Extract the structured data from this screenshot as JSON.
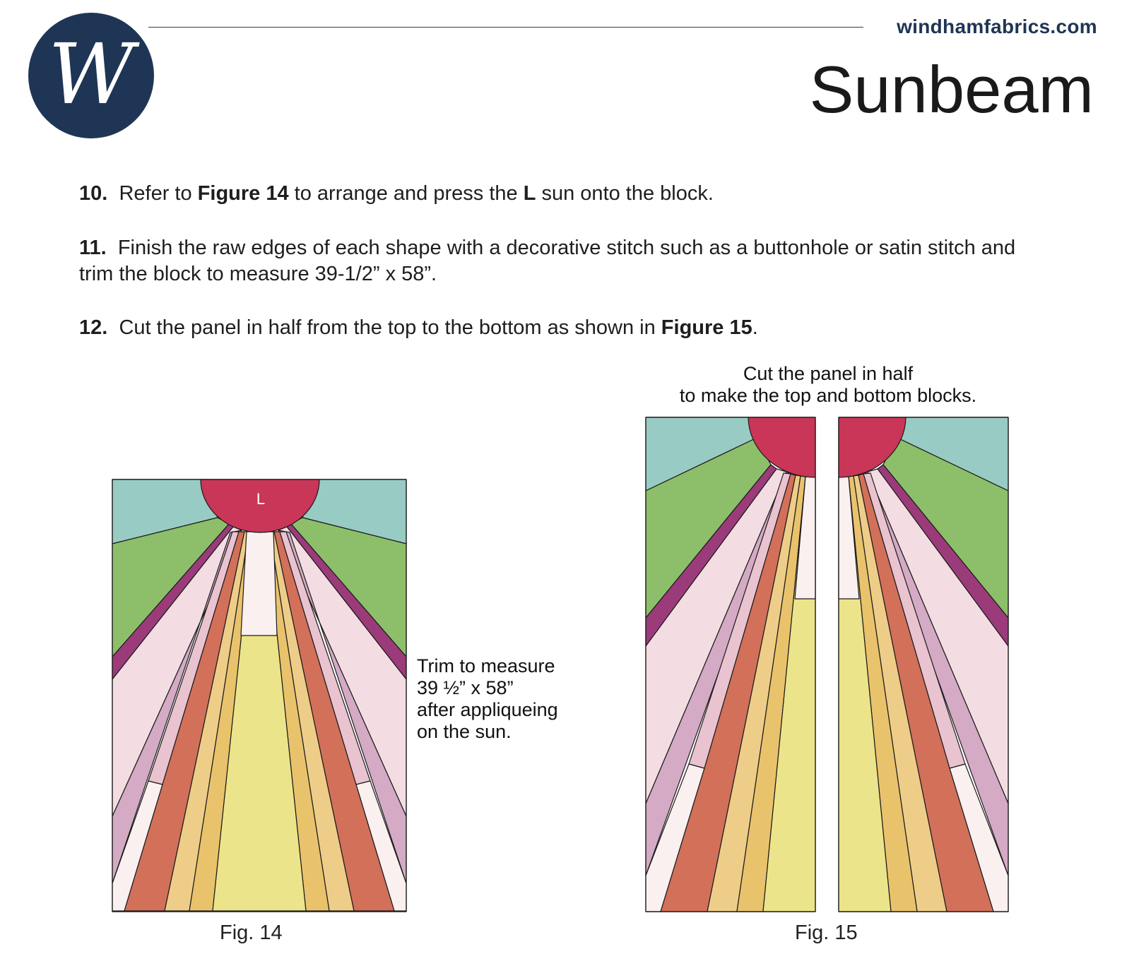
{
  "header": {
    "website": "windhamfabrics.com",
    "title": "Sunbeam",
    "logo_letter": "W"
  },
  "steps": [
    {
      "num": "10.",
      "parts": [
        "Refer to ",
        "Figure 14",
        " to arrange and press the ",
        "L",
        " sun onto the block."
      ]
    },
    {
      "num": "11.",
      "text": "Finish the raw edges of each shape with a decorative stitch such as a buttonhole or satin stitch and trim the block to measure 39-1/2” x 58”."
    },
    {
      "num": "12.",
      "parts": [
        "Cut the panel in half from the top to the bottom as shown in ",
        "Figure 15",
        "."
      ]
    }
  ],
  "figure14": {
    "caption": "Fig. 14",
    "sun_label": "L",
    "note_lines": [
      "Trim to measure",
      "39 ½” x 58”",
      "after appliqueing",
      "on the sun."
    ]
  },
  "figure15": {
    "caption": "Fig. 15",
    "note_lines": [
      "Cut the panel in half",
      "to make the top and bottom blocks."
    ]
  },
  "colors": {
    "navy": "#1f3555",
    "teal": "#98cbc4",
    "green": "#8dbf6a",
    "magenta": "#9b3b7a",
    "pale_pink": "#f4dde2",
    "mauve": "#d4aac4",
    "lavender_pink": "#e9c3cf",
    "near_white": "#fbf0f0",
    "coral": "#d2705a",
    "light_orange": "#eecd88",
    "gold": "#e9c26c",
    "yellow": "#ece48a",
    "sun": "#c93657"
  }
}
